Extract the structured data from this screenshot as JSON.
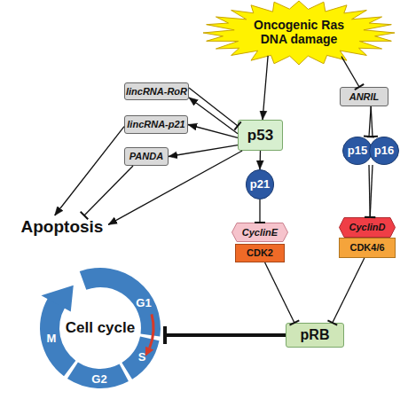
{
  "diagram": {
    "nodes": [
      {
        "text": [
          "Oncogenic Ras DNA damage"
        ]
      },
      {
        "text": [
          "lincRNA-RoR"
        ]
      },
      {
        "text": [
          "ANRIL"
        ]
      },
      {
        "text": [
          "p53"
        ]
      },
      {
        "text": [
          "lincRNA-p21"
        ]
      },
      {
        "text": [
          "PANDA"
        ]
      },
      {
        "text": [
          "p15"
        ]
      },
      {
        "text": [
          "p16"
        ]
      },
      {
        "text": [
          "p21"
        ]
      },
      {
        "text": [
          "Apoptosis"
        ]
      },
      {
        "text": [
          "CyclinE"
        ]
      },
      {
        "text": [
          "CDK2"
        ]
      },
      {
        "text": [
          "CyclinD"
        ]
      },
      {
        "text": [
          "CDK4/6"
        ]
      },
      {
        "text": [
          "Cell cycle"
        ]
      },
      {
        "text": [
          "pRB"
        ]
      }
    ],
    "edges": [
      {
        "from": 0,
        "to": 3,
        "arrow": "to"
      },
      {
        "from": 0,
        "to": 2,
        "arrow": "to"
      },
      {
        "from": 1,
        "to": 3,
        "arrow": "to"
      },
      {
        "from": 3,
        "to": 1,
        "arrow": "to"
      },
      {
        "from": 3,
        "to": 4,
        "arrow": "to"
      },
      {
        "from": 3,
        "to": 5,
        "arrow": "to"
      },
      {
        "from": 4,
        "to": 9,
        "arrow": "to"
      },
      {
        "from": 5,
        "to": 9,
        "arrow": "to"
      },
      {
        "from": 3,
        "to": 9,
        "arrow": "to"
      },
      {
        "from": 3,
        "to": 8,
        "arrow": "to"
      },
      {
        "from": 8,
        "to": 10,
        "arrow": "to"
      },
      {
        "from": 2,
        "to": 6,
        "arrow": "to"
      },
      {
        "from": 2,
        "to": 7,
        "arrow": "to"
      },
      {
        "from": 6,
        "to": 12,
        "arrow": "to"
      },
      {
        "from": 7,
        "to": 12,
        "arrow": "to"
      },
      {
        "from": 11,
        "to": 15,
        "arrow": "to"
      },
      {
        "from": 13,
        "to": 15,
        "arrow": "to"
      },
      {
        "from": 15,
        "to": 14,
        "arrow": "to"
      }
    ],
    "labels": [
      "G1",
      "S",
      "G2",
      "M"
    ]
  }
}
